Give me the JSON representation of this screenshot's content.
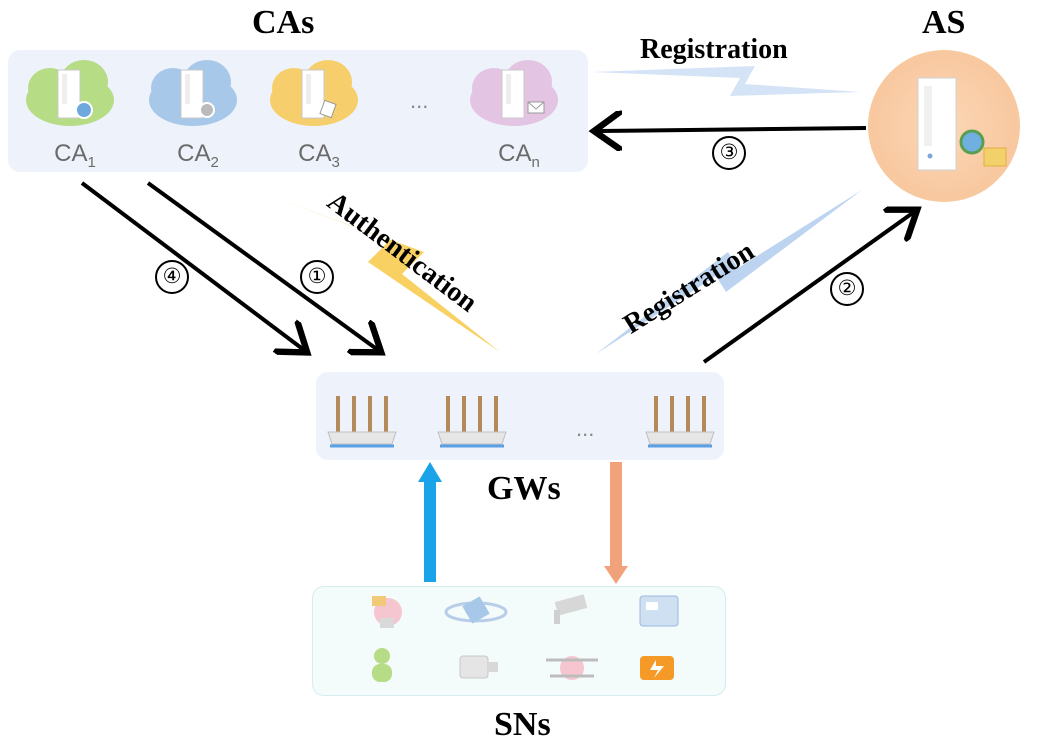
{
  "titles": {
    "cas": "CAs",
    "as": "AS",
    "gws": "GWs",
    "sns": "SNs"
  },
  "ca_nodes": [
    {
      "base": "CA",
      "sub": "1",
      "color": "#9ccc65",
      "badge": "globe-icon"
    },
    {
      "base": "CA",
      "sub": "2",
      "color": "#90b8e0",
      "badge": "gear-icon"
    },
    {
      "base": "CA",
      "sub": "3",
      "color": "#f2c14e",
      "badge": "document-icon"
    },
    {
      "base": "CA",
      "sub": "n",
      "color": "#d9b2d9",
      "badge": "envelope-icon"
    }
  ],
  "ellipsis": "...",
  "labels": {
    "registration_top": "Registration",
    "authentication": "Authentication",
    "registration_diag": "Registration"
  },
  "step_numbers": {
    "one": "①",
    "two": "②",
    "three": "③",
    "four": "④"
  },
  "colors": {
    "authentication_bolt": "#f6c23e",
    "registration_bolt": "#a9c8ec",
    "up_arrow": "#1aa3e8",
    "down_arrow": "#f2a27a",
    "as_circle": "#f9c9a0",
    "panel_bg": "#eef3fb"
  },
  "sensor_icons": [
    "robot-arm-icon",
    "satellite-icon",
    "cctv-camera-icon",
    "control-panel-icon",
    "user-icon",
    "motor-icon",
    "drone-icon",
    "engine-warning-icon"
  ]
}
